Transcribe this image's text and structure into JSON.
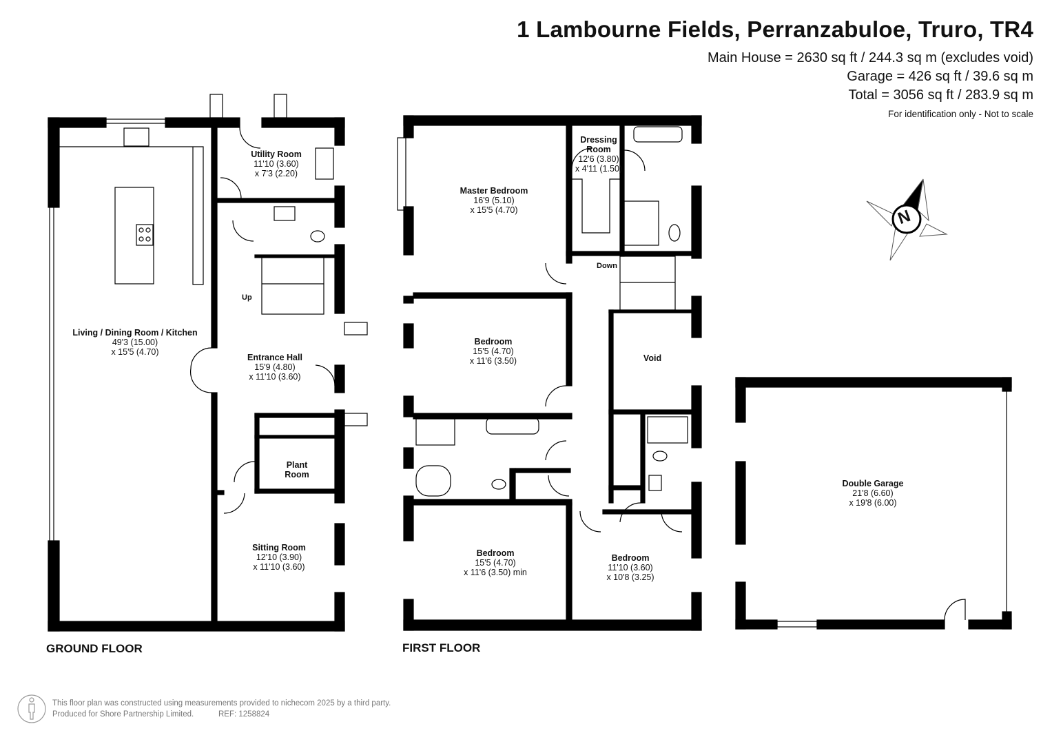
{
  "header": {
    "address": "1 Lambourne Fields, Perranzabuloe, Truro, TR4",
    "main_house_area": "Main House = 2630 sq ft / 244.3 sq m (excludes void)",
    "garage_area": "Garage = 426 sq ft / 39.6 sq m",
    "total_area": "Total = 3056 sq ft / 283.9 sq m",
    "disclaimer": "For identification only - Not to scale"
  },
  "compass": {
    "label": "N",
    "icon": "compass-rose-icon"
  },
  "ground_floor": {
    "label": "GROUND FLOOR",
    "rooms": {
      "living": {
        "name": "Living / Dining Room / Kitchen",
        "dim1": "49'3 (15.00)",
        "dim2": "x 15'5 (4.70)"
      },
      "utility": {
        "name": "Utility Room",
        "dim1": "11'10 (3.60)",
        "dim2": "x 7'3 (2.20)"
      },
      "entrance": {
        "name": "Entrance Hall",
        "dim1": "15'9 (4.80)",
        "dim2": "x 11'10 (3.60)"
      },
      "plant": {
        "name": "Plant",
        "name2": "Room"
      },
      "sitting": {
        "name": "Sitting Room",
        "dim1": "12'10 (3.90)",
        "dim2": "x 11'10 (3.60)"
      }
    },
    "stairs_label": "Up"
  },
  "first_floor": {
    "label": "FIRST FLOOR",
    "rooms": {
      "master": {
        "name": "Master Bedroom",
        "dim1": "16'9 (5.10)",
        "dim2": "x 15'5 (4.70)"
      },
      "dressing": {
        "name": "Dressing",
        "name2": "Room",
        "dim1": "12'6 (3.80)",
        "dim2": "x 4'11 (1.50)"
      },
      "bed2": {
        "name": "Bedroom",
        "dim1": "15'5 (4.70)",
        "dim2": "x 11'6 (3.50)"
      },
      "void": {
        "name": "Void"
      },
      "bed3": {
        "name": "Bedroom",
        "dim1": "15'5 (4.70)",
        "dim2": "x 11'6 (3.50) min"
      },
      "bed4": {
        "name": "Bedroom",
        "dim1": "11'10 (3.60)",
        "dim2": "x 10'8 (3.25)"
      }
    },
    "stairs_label": "Down"
  },
  "garage": {
    "name": "Double Garage",
    "dim1": "21'8 (6.60)",
    "dim2": "x 19'8 (6.00)"
  },
  "footer": {
    "line1": "This floor plan was constructed using measurements provided to nichecom 2025 by a third party.",
    "line2": "Produced for Shore Partnership Limited.",
    "ref": "REF: 1258824"
  },
  "colors": {
    "wall": "#000000",
    "fixture": "#444444",
    "background": "#ffffff",
    "footer_text": "#777777"
  }
}
